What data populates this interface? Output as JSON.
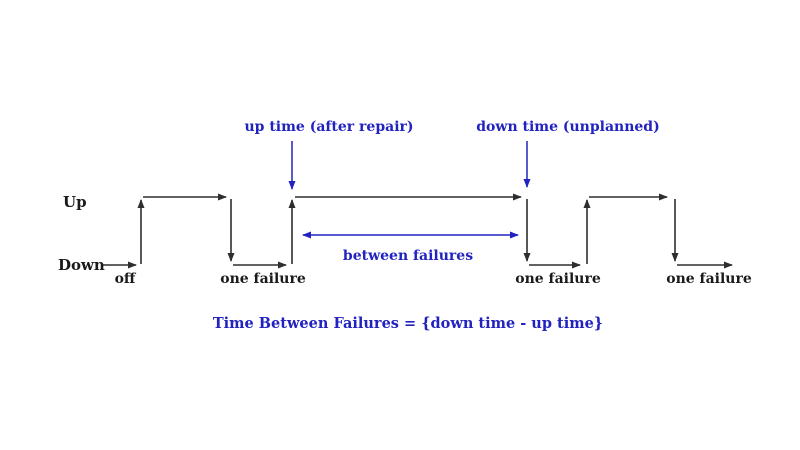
{
  "colors": {
    "annotation_blue": "#2222c0",
    "line_black": "#2e2e2e",
    "text_black": "#1a1a1a",
    "background": "#ffffff"
  },
  "axis": {
    "up_label": "Up",
    "down_label": "Down"
  },
  "segment_labels": {
    "off": "off",
    "failure1": "one failure",
    "failure2": "one failure",
    "failure3": "one failure"
  },
  "annotations": {
    "up_time": "up time (after repair)",
    "down_time": "down time (unplanned)",
    "between_failures": "between failures",
    "formula": "Time Between Failures = {down time - up time}"
  },
  "waveform": {
    "levels": [
      "Up",
      "Down"
    ],
    "sequence": [
      {
        "state": "Down",
        "label": "off"
      },
      {
        "state": "Up"
      },
      {
        "state": "Down",
        "label": "one failure"
      },
      {
        "state": "Up",
        "start_marker": "up time (after repair)",
        "end_marker": "down time (unplanned)",
        "span_label": "between failures"
      },
      {
        "state": "Down",
        "label": "one failure"
      },
      {
        "state": "Up"
      },
      {
        "state": "Down",
        "label": "one failure"
      }
    ]
  }
}
